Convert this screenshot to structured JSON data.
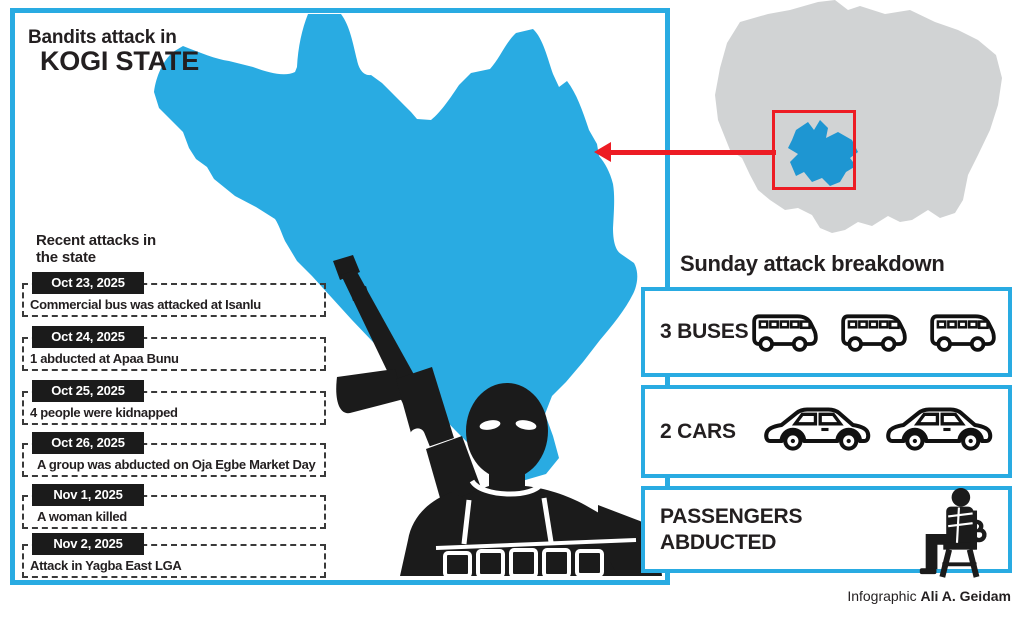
{
  "title": {
    "line1": "Bandits attack in",
    "line2": "KOGI STATE"
  },
  "timeline": {
    "heading": "Recent attacks in the state",
    "entries": [
      {
        "date": "Oct 23, 2025",
        "description": "Commercial bus was attacked at Isanlu"
      },
      {
        "date": "Oct 24, 2025",
        "description": "1 abducted at Apaa Bunu"
      },
      {
        "date": "Oct 25, 2025",
        "description": "4 people were kidnapped"
      },
      {
        "date": "Oct 26, 2025",
        "description": "A group was abducted on Oja Egbe Market Day"
      },
      {
        "date": "Nov 1, 2025",
        "description": "A woman killed"
      },
      {
        "date": "Nov 2, 2025",
        "description": "Attack in Yagba East LGA"
      }
    ]
  },
  "breakdown": {
    "heading": "Sunday attack breakdown",
    "buses": {
      "label": "3 BUSES",
      "count": 3,
      "icon": "bus-icon"
    },
    "cars": {
      "label": "2 CARS",
      "count": 2,
      "icon": "car-icon"
    },
    "passengers": {
      "label": "PASSENGERS ABDUCTED",
      "icon": "hostage-icon"
    }
  },
  "credit": {
    "prefix": "Infographic ",
    "author": "Ali A. Geidam"
  },
  "maps": {
    "main": "kogi-state-shape",
    "inset": "nigeria-outline",
    "inset_highlight": "kogi-state-highlight"
  },
  "illustration": {
    "figure": "masked-gunman-with-rifle"
  },
  "colors": {
    "accent_blue": "#29ABE2",
    "alert_red": "#ED1C24",
    "map_gray": "#D1D3D4",
    "ink": "#231F20"
  }
}
